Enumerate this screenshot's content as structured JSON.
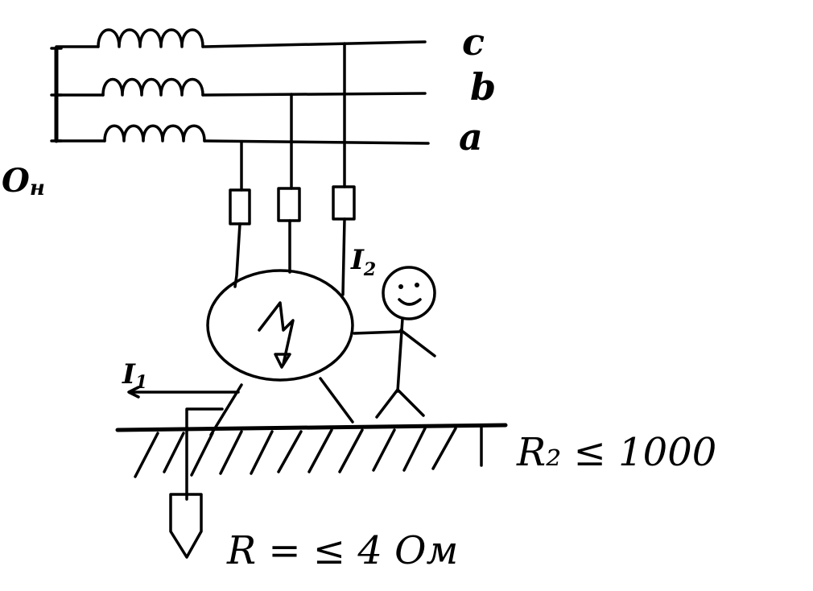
{
  "labels": {
    "phase_c": "c",
    "phase_b": "b",
    "phase_a": "a",
    "neutral": "O",
    "neutral_sub": "н",
    "current_i2": "I",
    "current_i2_sub": "2",
    "current_i1": "I",
    "current_i1_sub": "1",
    "floor_resistance": "R₂ ≤ 1000",
    "ground_resistance": "R = ≤ 4 Ом"
  },
  "icons": {
    "transformer_windings": "inductor-coil-icon",
    "fuses": "fuse-icon",
    "motor": "motor-enclosure-icon",
    "fault": "lightning-bolt-icon",
    "person": "stick-figure-icon",
    "ground": "ground-electrode-icon"
  },
  "colors": {
    "ink": "#000000",
    "background": "#ffffff"
  }
}
